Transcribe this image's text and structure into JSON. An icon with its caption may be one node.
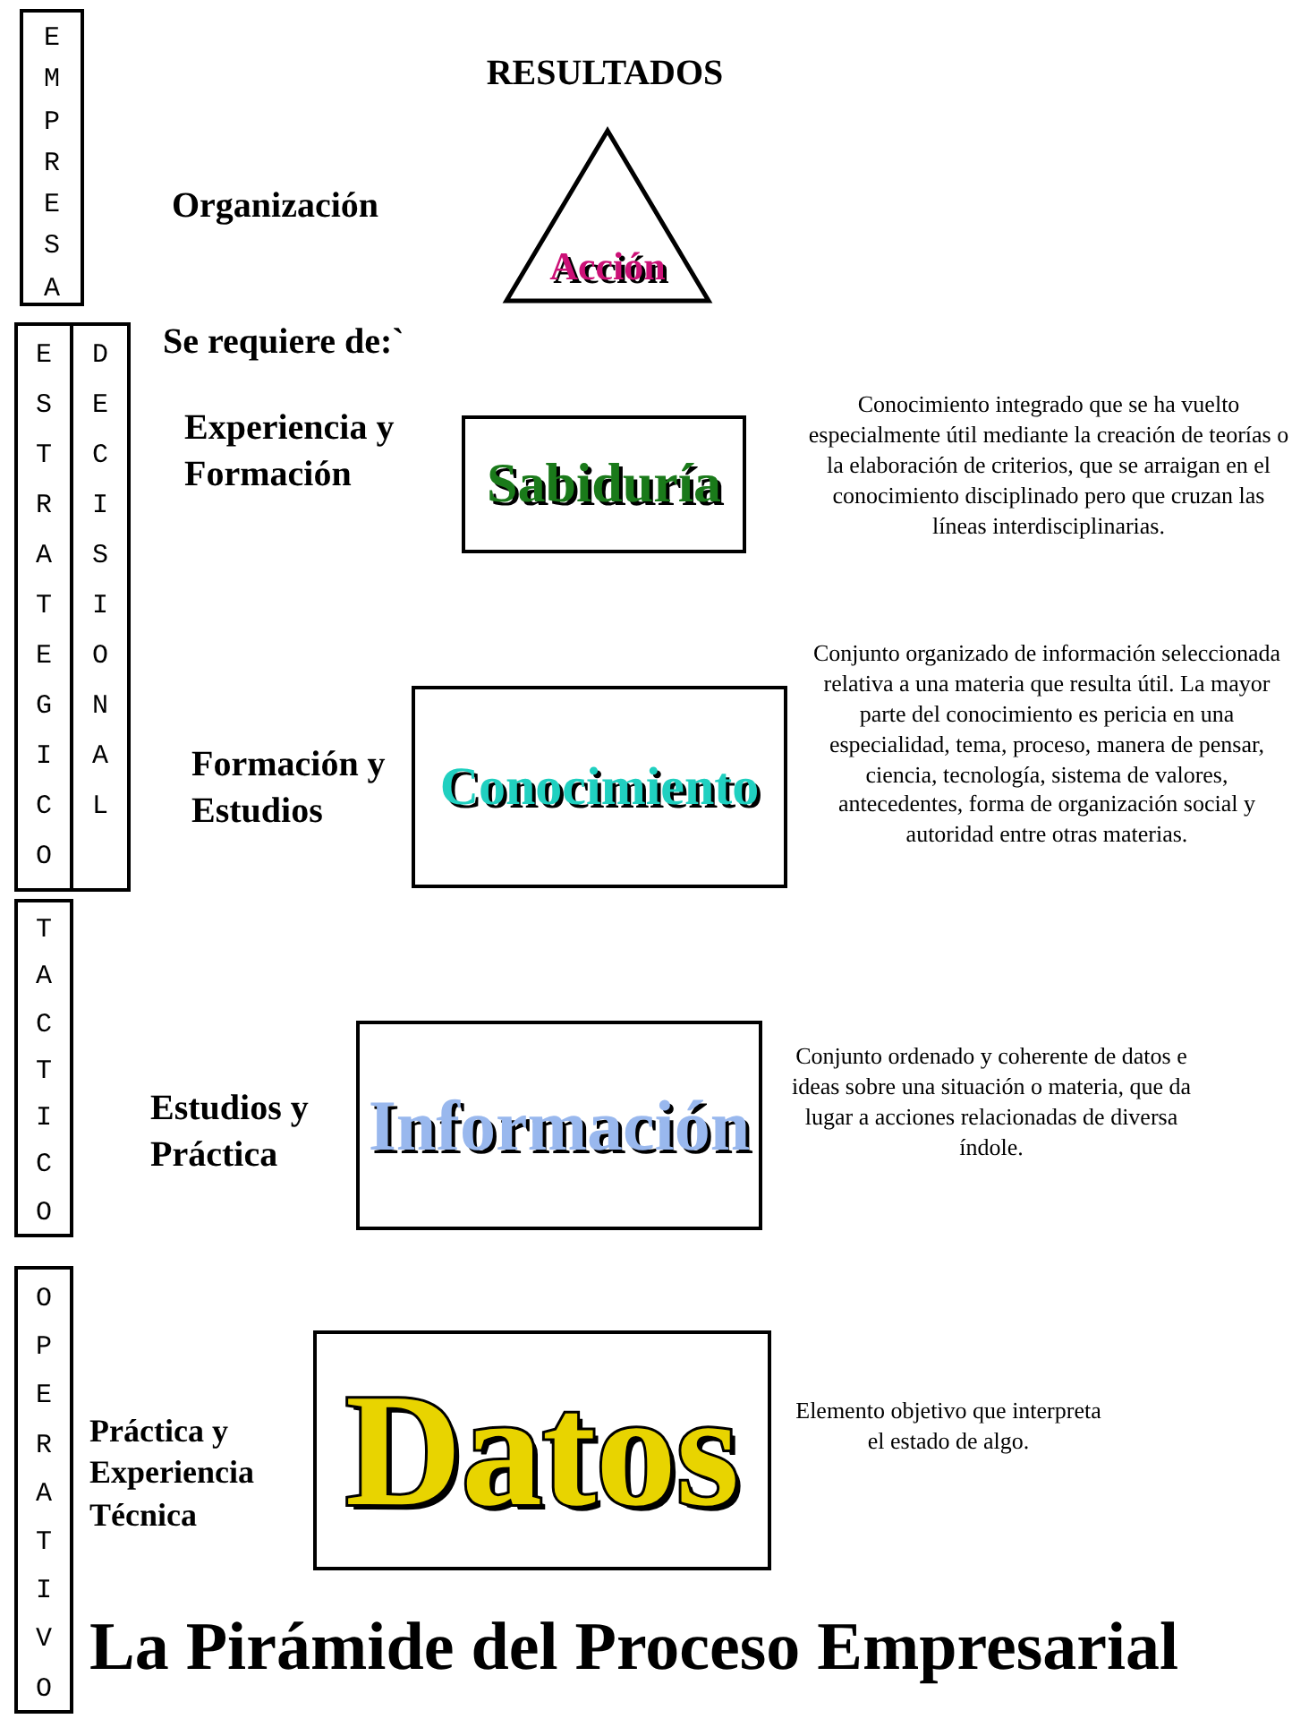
{
  "diagram": {
    "title": "La Pirámide del Proceso Empresarial",
    "nodes": [
      {
        "text": [
          "EMPRESA"
        ]
      },
      {
        "text": [
          "Acción"
        ]
      },
      {
        "text": [
          "ESTRATEGICO"
        ]
      },
      {
        "text": [
          "DECISIONAL"
        ]
      },
      {
        "text": [
          "Sabiduría"
        ],
        "beside": [
          "Conocimiento integrado que se ha vuelto especialmente útil mediante la creación de teorías o la elaboración de criterios, que se arraigan en el conocimiento disciplinado pero que cruzan las líneas interdisciplinarias."
        ]
      },
      {
        "text": [
          "Conocimiento"
        ],
        "beside": [
          "Conjunto organizado de información seleccionada relativa a una materia que resulta útil. La mayor parte del conocimiento es pericia en una especialidad, tema, proceso, manera de pensar, ciencia, tecnología, sistema de valores, antecedentes, forma de organización social y autoridad entre otras materias."
        ]
      },
      {
        "text": [
          "TACTICO"
        ]
      },
      {
        "text": [
          "Información"
        ],
        "beside": [
          "Conjunto ordenado y coherente de datos e ideas sobre una situación o materia, que da lugar a acciones relacionadas de diversa índole."
        ]
      },
      {
        "text": [
          "OPERATIVO"
        ]
      },
      {
        "text": [
          "Datos"
        ],
        "beside": [
          "Elemento objetivo que interpreta el estado de algo."
        ]
      }
    ],
    "labels": [
      "RESULTADOS",
      "Organización",
      "Se requiere de:`",
      "Experiencia y Formación",
      "Formación y Estudios",
      "Estudios y Práctica",
      "Práctica y Experiencia Técnica"
    ]
  }
}
